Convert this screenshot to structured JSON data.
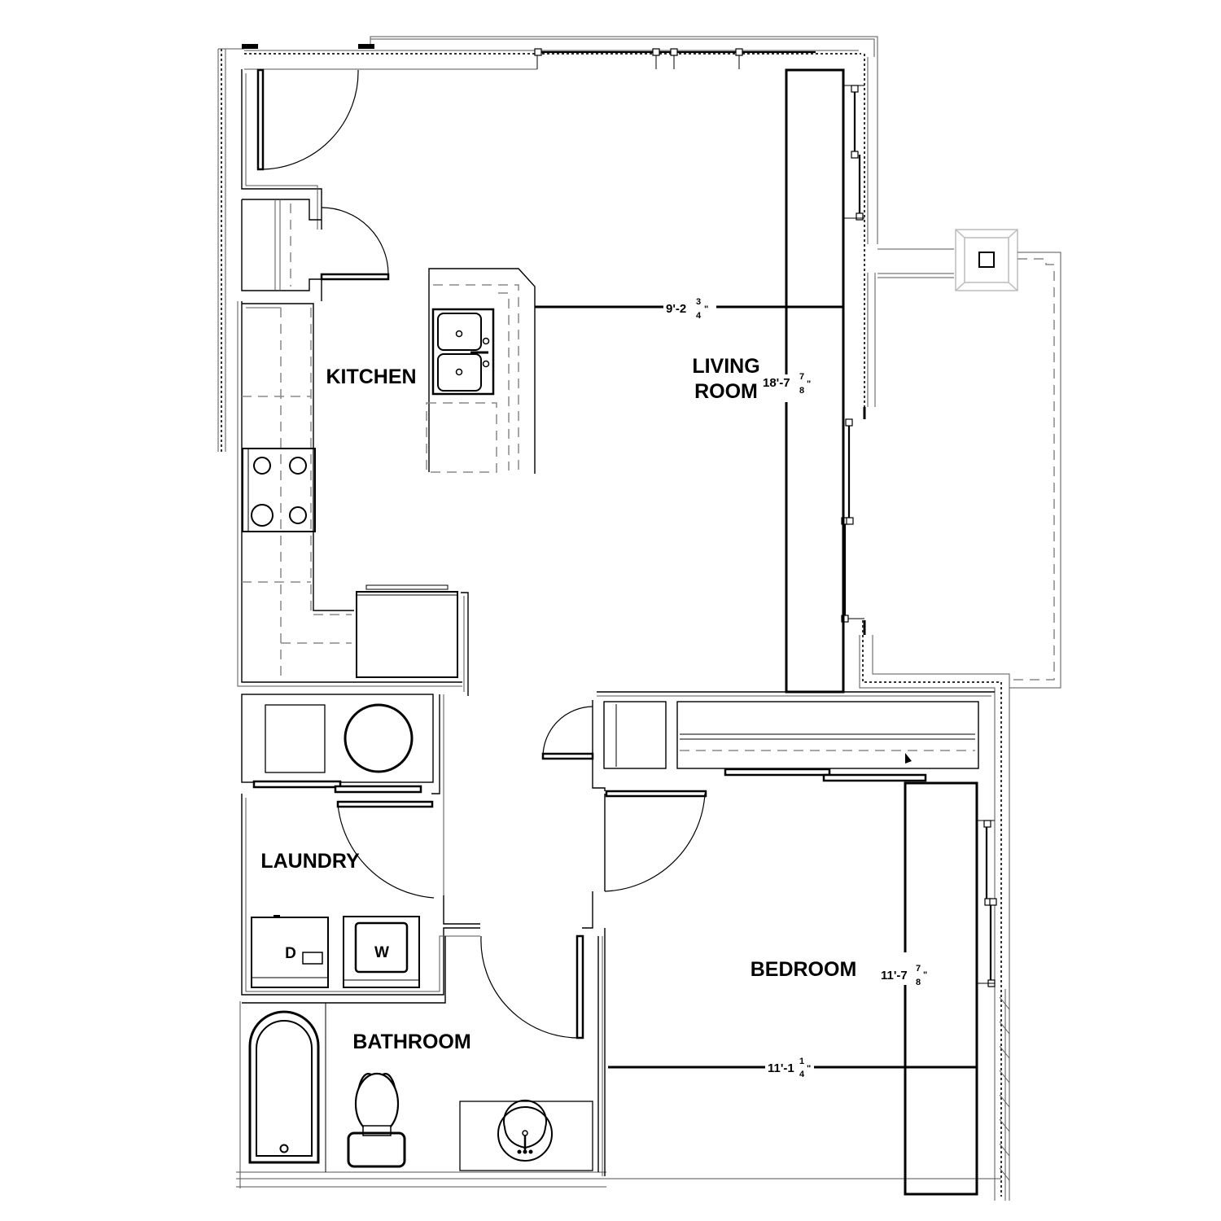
{
  "plan": {
    "type": "apartment floor plan",
    "rooms": [
      {
        "id": "kitchen",
        "label": "KITCHEN"
      },
      {
        "id": "living",
        "label_line1": "LIVING",
        "label_line2": "ROOM"
      },
      {
        "id": "laundry",
        "label": "LAUNDRY"
      },
      {
        "id": "bathroom",
        "label": "BATHROOM"
      },
      {
        "id": "bedroom",
        "label": "BEDROOM"
      }
    ],
    "dimensions": {
      "living_width": {
        "feet": "9'-2",
        "frac_num": "3",
        "frac_den": "4",
        "tick": "\""
      },
      "living_length": {
        "feet": "18'-7",
        "frac_num": "7",
        "frac_den": "8",
        "tick": "\""
      },
      "bedroom_length": {
        "feet": "11'-7",
        "frac_num": "7",
        "frac_den": "8",
        "tick": "\""
      },
      "bedroom_width": {
        "feet": "11'-1",
        "frac_num": "1",
        "frac_den": "4",
        "tick": "\""
      }
    },
    "appliances": {
      "dryer_label": "D",
      "washer_label": "W"
    }
  }
}
